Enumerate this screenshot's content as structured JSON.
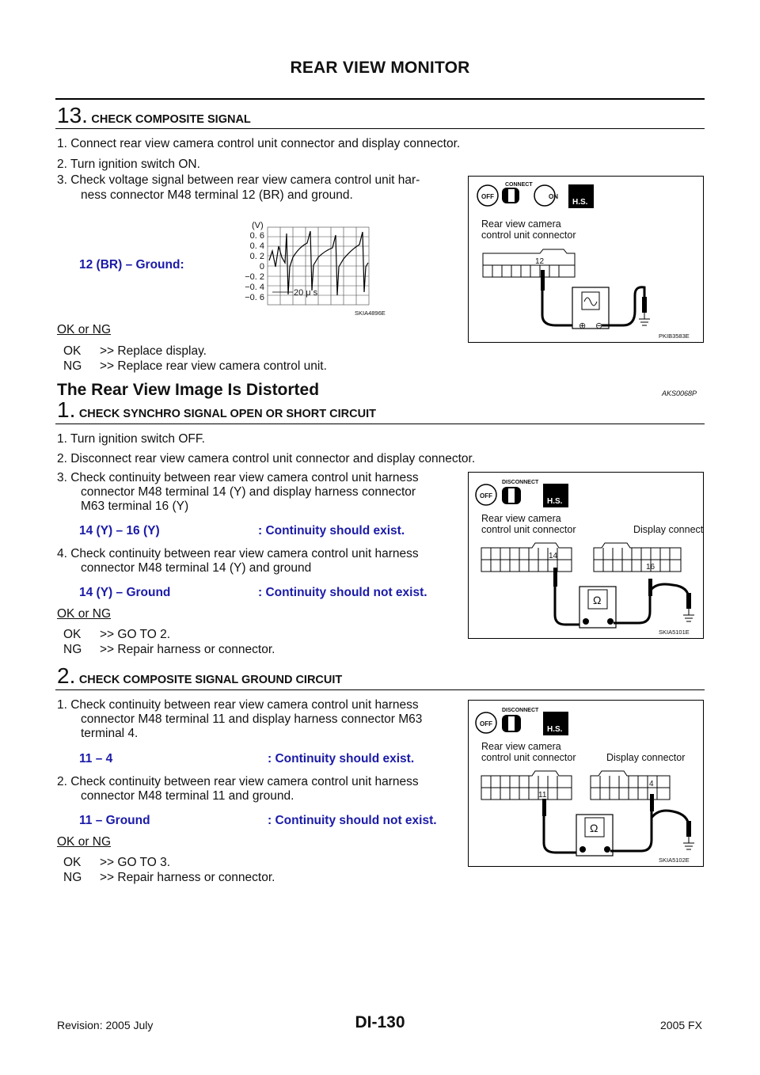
{
  "header": {
    "title": "REAR VIEW MONITOR"
  },
  "step13": {
    "num": "13.",
    "title": "CHECK COMPOSITE SIGNAL",
    "items": [
      "1. Connect rear view camera control unit connector and display connector.",
      "2. Turn ignition switch ON.",
      "3. Check voltage signal between rear view camera control unit har-",
      "ness connector M48 terminal 12 (BR) and ground."
    ],
    "spec_label": "12 (BR) – Ground:",
    "okng": "OK or NG",
    "ok": "OK",
    "ok_result": ">> Replace display.",
    "ng": "NG",
    "ng_result": ">> Replace rear view camera control unit.",
    "wave_fig": {
      "unit": "(V)",
      "ticks": [
        "0. 6",
        "0. 4",
        "0. 2",
        "0",
        "−0. 2",
        "−0. 4",
        "−0. 6"
      ],
      "time": "20 μ s",
      "code": "SKIA4896E"
    },
    "fig": {
      "connect": "CONNECT",
      "off": "OFF",
      "on": "ON",
      "hs": "H.S.",
      "label1": "Rear view camera",
      "label2": "control unit connector",
      "terminal": "12",
      "code": "PKIB3583E"
    }
  },
  "section": {
    "title": "The Rear View Image Is Distorted",
    "code": "AKS0068P"
  },
  "step1": {
    "num": "1.",
    "title": "CHECK SYNCHRO SIGNAL OPEN OR SHORT CIRCUIT",
    "item1": "1. Turn ignition switch OFF.",
    "item2": "2. Disconnect rear view camera control unit connector and display connector.",
    "item3": [
      "3. Check continuity between rear view camera control unit harness",
      "connector M48 terminal 14 (Y) and display harness connector",
      "M63 terminal 16 (Y)"
    ],
    "spec1_a": "14 (Y) – 16 (Y)",
    "spec1_b": ": Continuity should exist.",
    "item4": [
      "4. Check continuity between rear view camera control unit harness",
      "connector M48 terminal 14 (Y) and ground"
    ],
    "spec2_a": "14 (Y) – Ground",
    "spec2_b": ": Continuity should not exist.",
    "okng": "OK or NG",
    "ok": "OK",
    "ok_result": ">> GO TO 2.",
    "ng": "NG",
    "ng_result": ">> Repair harness or connector.",
    "fig": {
      "disconnect": "DISCONNECT",
      "off": "OFF",
      "hs": "H.S.",
      "label1": "Rear view camera",
      "label2": "control unit connector",
      "label3": "Display connector",
      "t1": "14",
      "t2": "16",
      "ohm": "Ω",
      "code": "SKIA5101E"
    }
  },
  "step2": {
    "num": "2.",
    "title": "CHECK COMPOSITE SIGNAL GROUND CIRCUIT",
    "item1": [
      "1. Check continuity between rear view camera control unit harness",
      "connector M48 terminal 11 and display harness connector M63",
      "terminal 4."
    ],
    "spec1_a": "11 – 4",
    "spec1_b": ": Continuity should exist.",
    "item2": [
      "2. Check continuity between rear view camera control unit harness",
      "connector M48 terminal 11 and ground."
    ],
    "spec2_a": "11 – Ground",
    "spec2_b": ": Continuity should not exist.",
    "okng": "OK or NG",
    "ok": "OK",
    "ok_result": ">> GO TO 3.",
    "ng": "NG",
    "ng_result": ">> Repair harness or connector.",
    "fig": {
      "disconnect": "DISCONNECT",
      "off": "OFF",
      "hs": "H.S.",
      "label1": "Rear view camera",
      "label2": "control unit connector",
      "label3": "Display connector",
      "t1": "11",
      "t2": "4",
      "ohm": "Ω",
      "code": "SKIA5102E"
    }
  },
  "footer": {
    "revision": "Revision: 2005 July",
    "page": "DI-130",
    "model": "2005 FX"
  }
}
